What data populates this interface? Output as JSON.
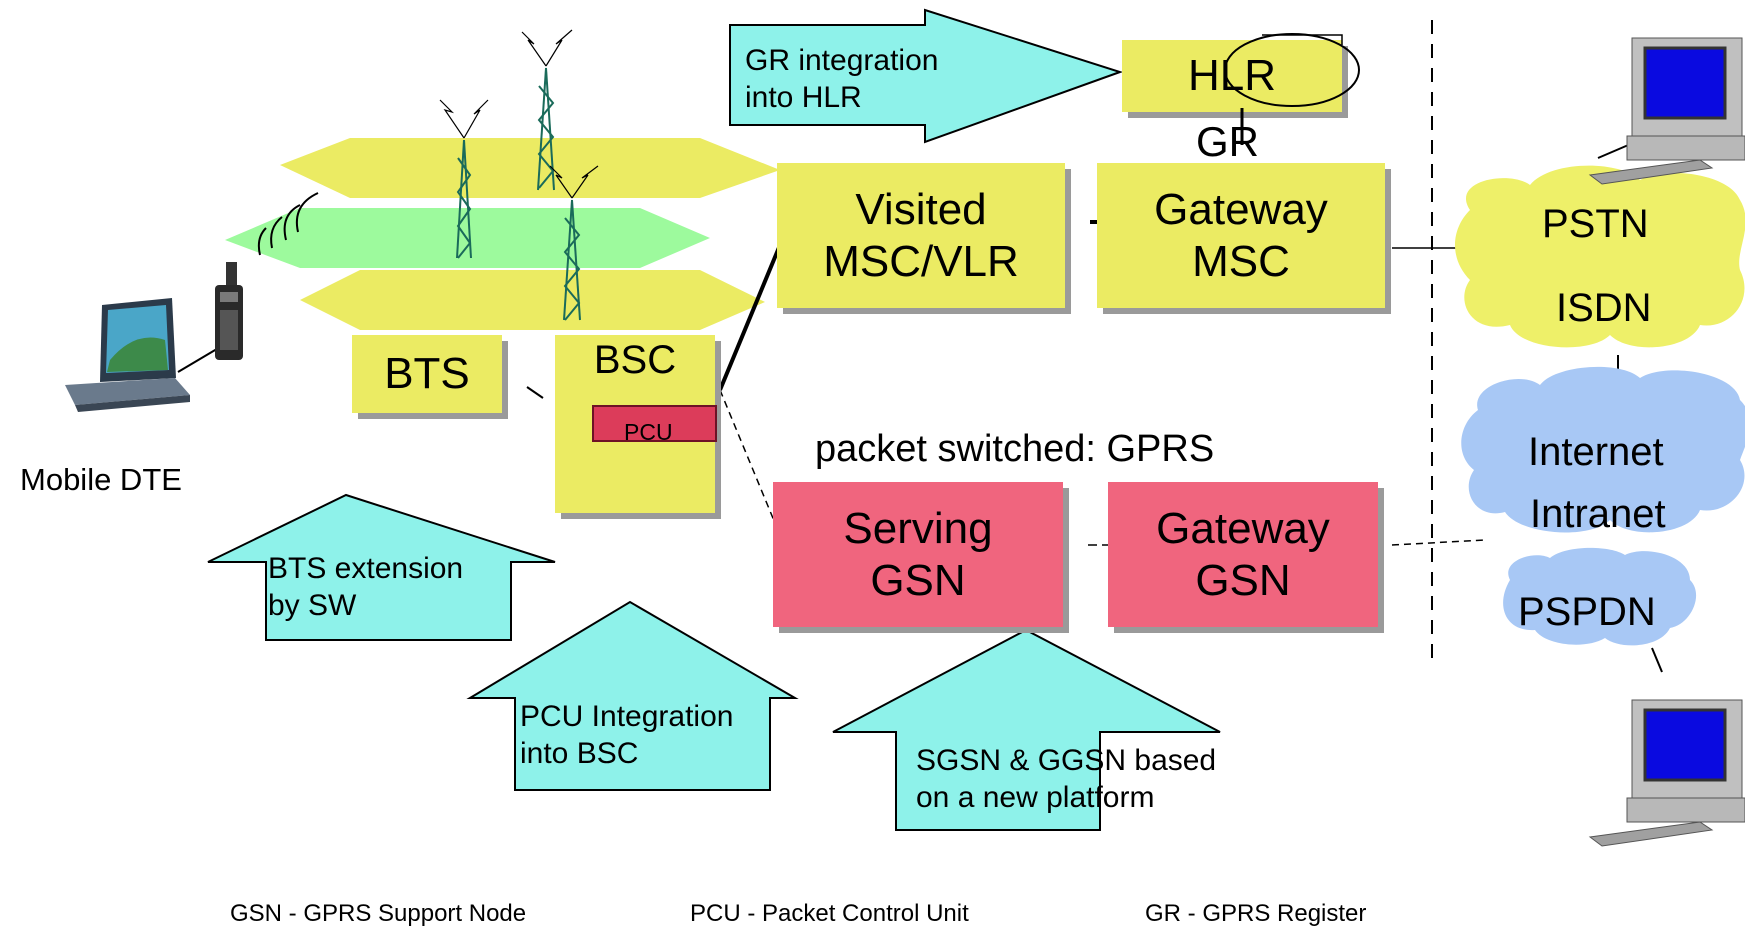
{
  "colors": {
    "yellow": "#ebeb63",
    "green": "#9dfa9d",
    "red": "#f0657e",
    "cyan": "#8ef2ea",
    "cloud_yellow": "#eef069",
    "cloud_blue": "#a8c8f5"
  },
  "nodes": {
    "hlr": "HLR",
    "gr": "GR",
    "visited_msc": {
      "line1": "Visited",
      "line2": "MSC/VLR"
    },
    "gateway_msc": {
      "line1": "Gateway",
      "line2": "MSC"
    },
    "bts": "BTS",
    "bsc": "BSC",
    "pcu": "PCU",
    "serving_gsn": {
      "line1": "Serving",
      "line2": "GSN"
    },
    "gateway_gsn": {
      "line1": "Gateway",
      "line2": "GSN"
    }
  },
  "networks": {
    "pstn": "PSTN",
    "isdn": "ISDN",
    "internet": "Internet",
    "intranet": "Intranet",
    "pspdn": "PSPDN"
  },
  "labels": {
    "mobile_dte": "Mobile DTE",
    "packet_switched": "packet switched: GPRS"
  },
  "callouts": {
    "gr_integration": {
      "line1": "GR integration",
      "line2": "into HLR"
    },
    "bts_extension": {
      "line1": "BTS extension",
      "line2": " by SW"
    },
    "pcu_integration": {
      "line1": "PCU Integration",
      "line2": " into BSC"
    },
    "sgsn_ggsn": {
      "line1": "SGSN & GGSN based",
      "line2": "on  a new platform"
    }
  },
  "legend": {
    "gsn": "GSN - GPRS Support Node",
    "pcu": "PCU - Packet Control Unit",
    "gr": "GR - GPRS Register"
  },
  "icons": [
    "laptop-icon",
    "mobile-phone-icon",
    "antenna-tower-icon",
    "desktop-computer-icon",
    "cloud-icon"
  ]
}
